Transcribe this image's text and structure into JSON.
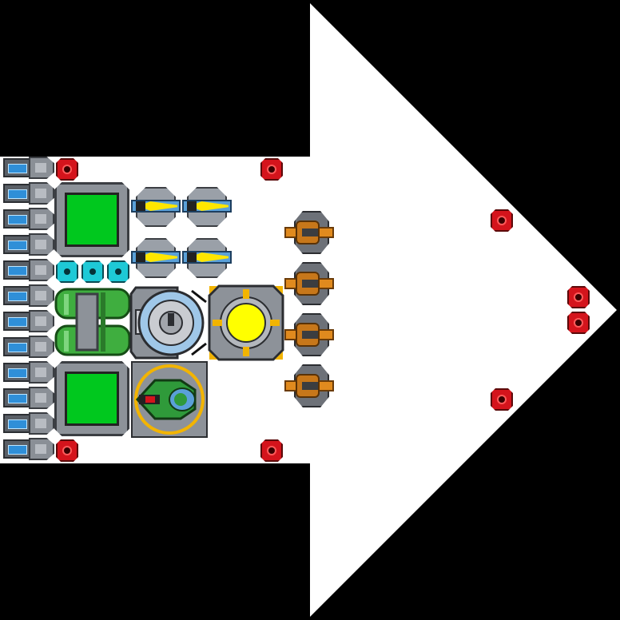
{
  "scene": {
    "name": "ship-editor-arrow-layout",
    "colors": {
      "background": "#000000",
      "hull": "#ffffff",
      "accent_green": "#00c81e",
      "accent_yellow": "#ffe600",
      "warning_red": "#d4141c",
      "cyan": "#1ec9d6",
      "orange": "#e08a1e"
    }
  },
  "blocks": {
    "thrusters": {
      "count": 12,
      "icon": "thruster-icon"
    },
    "red_lights": {
      "count": 8,
      "icon": "red-light-icon"
    },
    "cyan_cells": {
      "count": 3,
      "icon": "cyan-cell-icon"
    },
    "green_tanks": {
      "count": 2,
      "icon": "green-tank-icon"
    },
    "yellow_guns": {
      "count": 4,
      "icon": "yellow-blade-gun-icon"
    },
    "orange_guns": {
      "count": 4,
      "icon": "orange-cannon-icon"
    },
    "generator": {
      "icon": "blue-gyro-icon"
    },
    "reactor_core": {
      "icon": "yellow-reactor-icon"
    },
    "green_cockpit": {
      "icon": "green-cockpit-icon"
    },
    "green_pipes": {
      "icon": "green-pipes-icon"
    }
  }
}
